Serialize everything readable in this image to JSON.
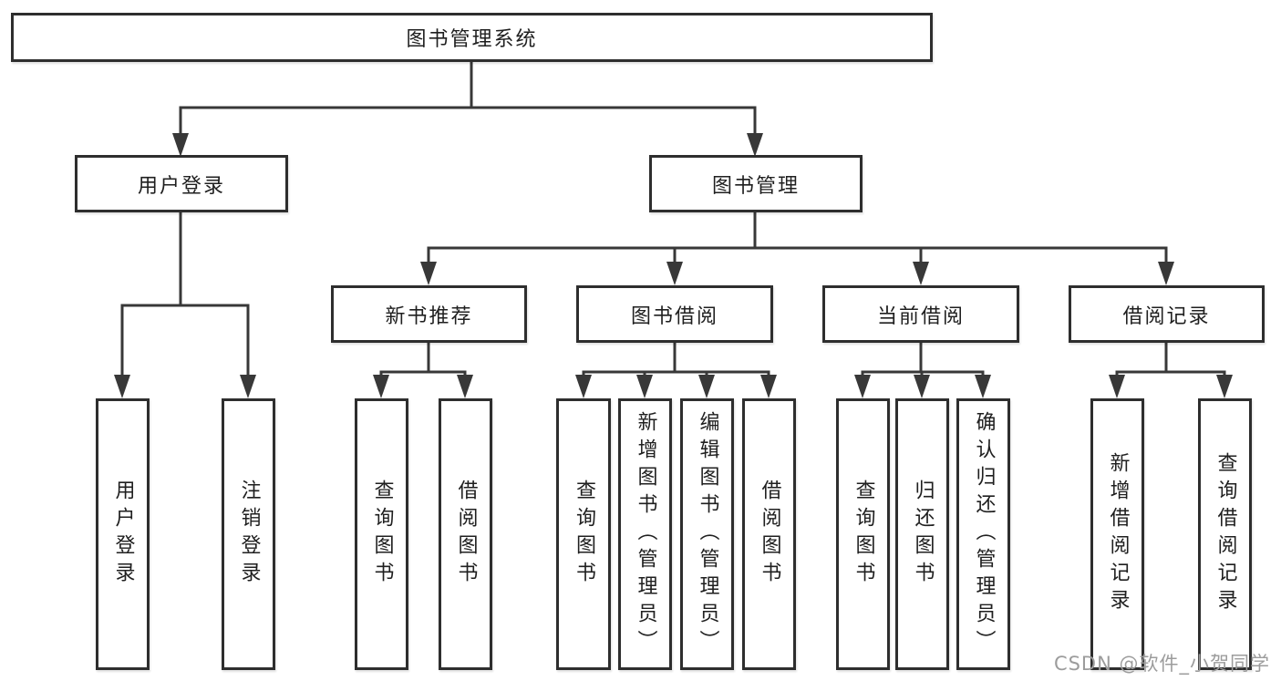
{
  "diagram_type": "hierarchy-tree",
  "colors": {
    "background": "#ffffff",
    "box_fill": "#ffffff",
    "box_border": "#2e2e2e",
    "line": "#383838",
    "text": "#1f1f1f",
    "watermark": "#9c9c9c"
  },
  "tree": {
    "label": "图书管理系统",
    "children": [
      {
        "label": "用户登录",
        "children": [
          {
            "label": "用户登录"
          },
          {
            "label": "注销登录"
          }
        ]
      },
      {
        "label": "图书管理",
        "children": [
          {
            "label": "新书推荐",
            "children": [
              {
                "label": "查询图书"
              },
              {
                "label": "借阅图书"
              }
            ]
          },
          {
            "label": "图书借阅",
            "children": [
              {
                "label": "查询图书"
              },
              {
                "label": "新增图书（管理员）"
              },
              {
                "label": "编辑图书（管理员）"
              },
              {
                "label": "借阅图书"
              }
            ]
          },
          {
            "label": "当前借阅",
            "children": [
              {
                "label": "查询图书"
              },
              {
                "label": "归还图书"
              },
              {
                "label": "确认归还（管理员）"
              }
            ]
          },
          {
            "label": "借阅记录",
            "children": [
              {
                "label": "新增借阅记录"
              },
              {
                "label": "查询借阅记录"
              }
            ]
          }
        ]
      }
    ]
  },
  "watermark": {
    "text": "CSDN @软件_小贺同学"
  }
}
